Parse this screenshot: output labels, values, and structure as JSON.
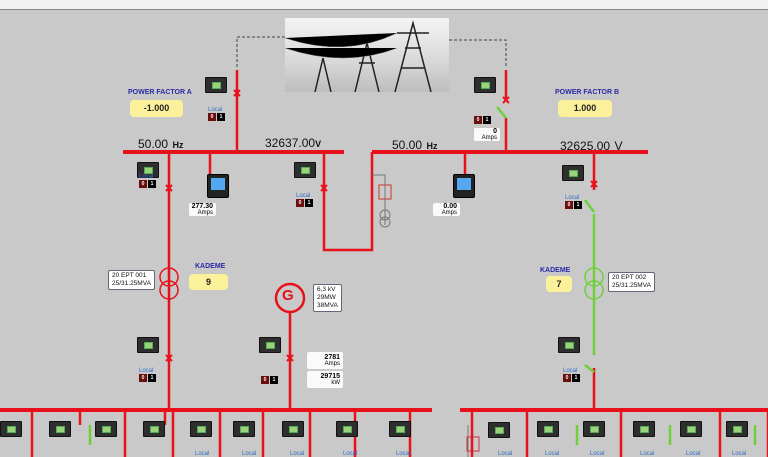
{
  "power_factor_a": {
    "label": "POWER FACTOR A",
    "value": "-1.000"
  },
  "power_factor_b": {
    "label": "POWER FACTOR B",
    "value": "1.000"
  },
  "bus_a": {
    "freq": "50.00",
    "freq_unit": "Hz",
    "voltage": "32637.00",
    "voltage_unit": "V"
  },
  "bus_b": {
    "freq": "50.00",
    "freq_unit": "Hz",
    "voltage": "32625.00",
    "voltage_unit": "V"
  },
  "meter_a": {
    "value": "277.30",
    "unit": "Amps"
  },
  "meter_b": {
    "value": "0.00",
    "unit": "Amps"
  },
  "incomer_b": {
    "value": "0",
    "unit": "Amps"
  },
  "local_label": "Local",
  "lr": {
    "r": "0",
    "k": "1"
  },
  "transformer_a": {
    "name": "20 EPT 001",
    "rating": "25/31.25MVA",
    "kademe_label": "KADEME",
    "kademe": "9"
  },
  "transformer_b": {
    "name": "20 EPT 002",
    "rating": "25/31.25MVA",
    "kademe_label": "KADEME",
    "kademe": "7"
  },
  "generator": {
    "symbol": "G",
    "kv": "6,3 kV",
    "mw": "29MW",
    "mva": "38MVA",
    "amps": "2781",
    "amps_unit": "Amps",
    "kw": "29715",
    "kw_unit": "kW"
  },
  "colors": {
    "energized": "#e8101a",
    "deenergized": "#6fd13a",
    "background": "#c9c9c9"
  }
}
